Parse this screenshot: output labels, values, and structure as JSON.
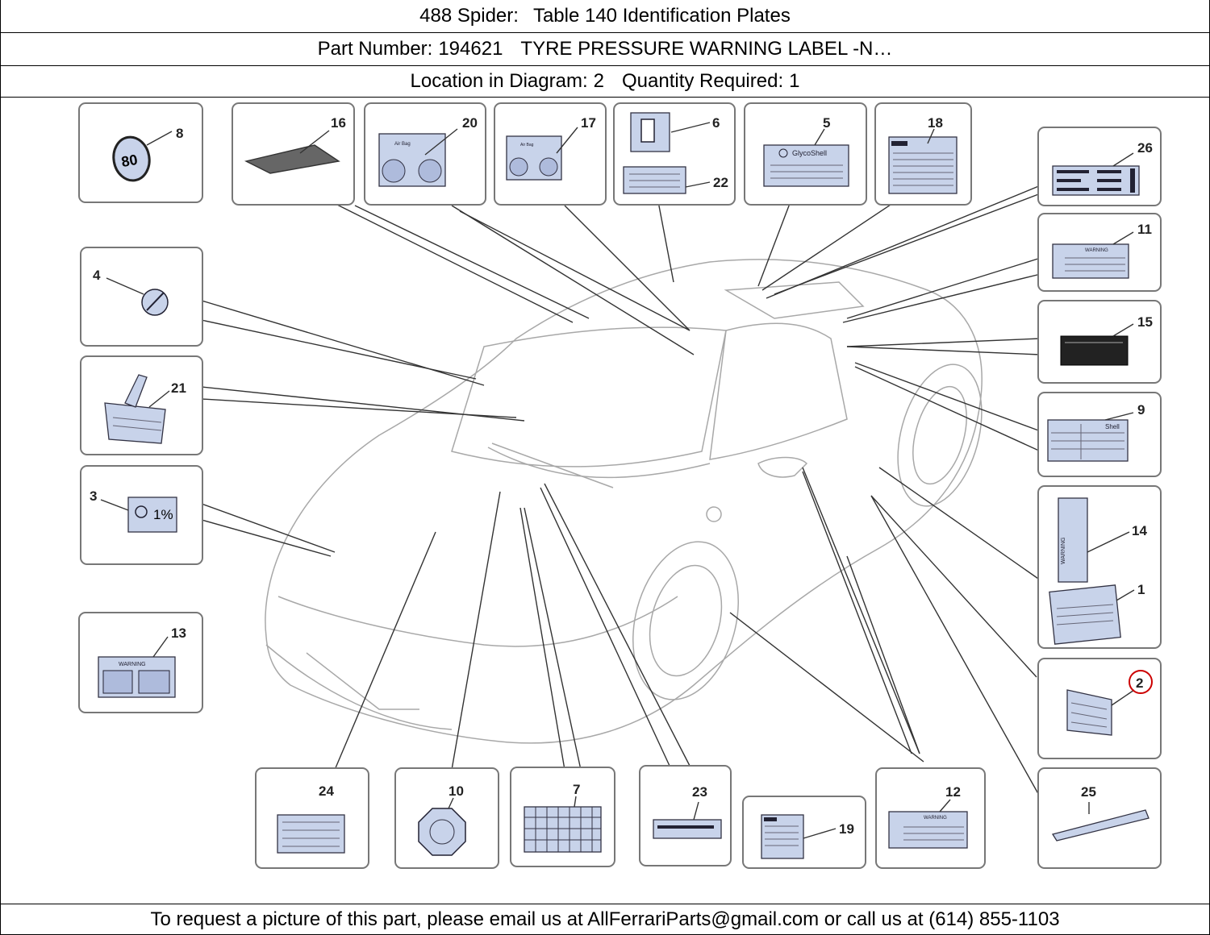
{
  "header": {
    "model": "488 Spider:",
    "table": "Table 140 Identification Plates",
    "part_label": "Part Number:",
    "part_number": "194621",
    "part_name": "TYRE PRESSURE WARNING LABEL -N…",
    "location_label": "Location in Diagram:",
    "location": "2",
    "quantity_label": "Quantity Required:",
    "quantity": "1"
  },
  "footer": {
    "text": "To request a picture of this part, please email us at AllFerrariParts@gmail.com or call us at (614) 855-1103"
  },
  "diagram": {
    "callouts": [
      "8",
      "16",
      "20",
      "17",
      "6",
      "22",
      "5",
      "18",
      "26",
      "11",
      "15",
      "9",
      "14",
      "1",
      "2",
      "25",
      "12",
      "19",
      "23",
      "7",
      "10",
      "24",
      "13",
      "3",
      "21",
      "4"
    ],
    "highlighted": "2",
    "label_texts": {
      "speed_sign": "80",
      "airbag": "Air Bag",
      "glyco": "GlycoShell",
      "shell": "Shell",
      "percent": "1%",
      "warning": "WARNING"
    },
    "highlight_color": "#cc0000",
    "label_fill_color": "#c8d3ea"
  }
}
